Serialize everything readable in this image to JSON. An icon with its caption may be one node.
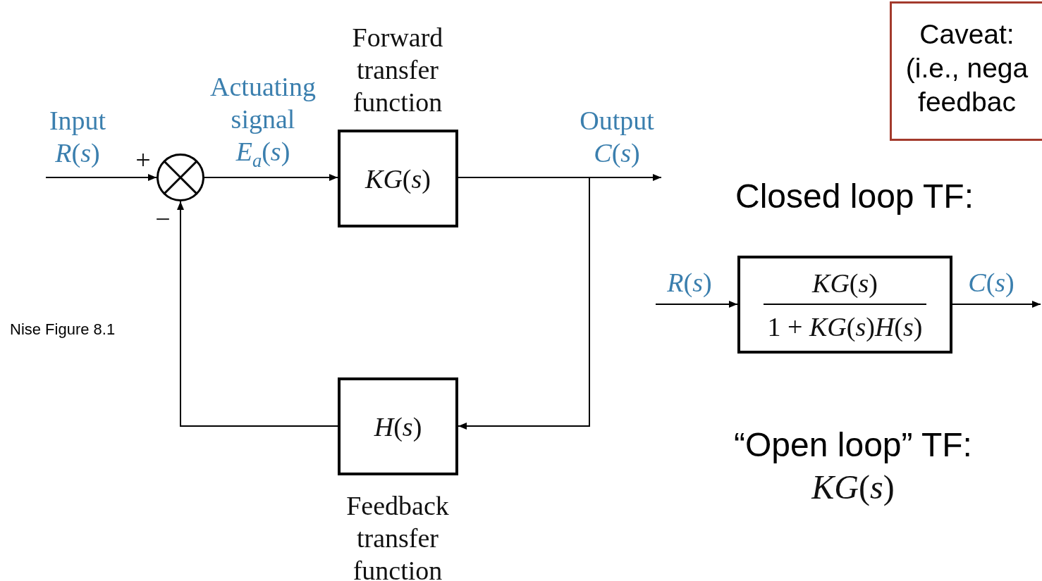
{
  "diagram": {
    "nodes": [
      {
        "text": [],
        "shape": "circle",
        "beside": [
          "+",
          "−"
        ]
      },
      {
        "text": [
          "*KG*(*s*)"
        ],
        "beside": [
          "Forward transfer function"
        ]
      },
      {
        "text": [
          "*H*(*s*)"
        ],
        "beside": [
          "Feedback transfer function"
        ]
      },
      {
        "text": [
          "*KG*(*s*)",
          "1 + *KG*(*s*)*H*(*s*)"
        ]
      },
      {
        "text": [
          "Caveat:",
          "(i.e., nega",
          "feedbac"
        ]
      }
    ],
    "edges": [
      {
        "from": null,
        "to": 0,
        "arrow": "to",
        "label": "Input *R*(*s*)"
      },
      {
        "from": 0,
        "to": 1,
        "arrow": "to",
        "label": "Actuating signal *E*$_{a}$(*s*)"
      },
      {
        "from": 1,
        "to": null,
        "arrow": "to",
        "label": "Output *C*(*s*)"
      },
      {
        "from": 1,
        "to": 2,
        "arrow": "to"
      },
      {
        "from": 2,
        "to": 0,
        "arrow": "to"
      },
      {
        "from": null,
        "to": 3,
        "arrow": "to",
        "label": "*R*(*s*)"
      },
      {
        "from": 3,
        "to": null,
        "arrow": "to",
        "label": "*C*(*s*)"
      }
    ],
    "labels": [
      "Nise Figure 8.1",
      "Closed loop TF:",
      "“Open loop” TF:",
      "*KG*(*s*)"
    ]
  }
}
